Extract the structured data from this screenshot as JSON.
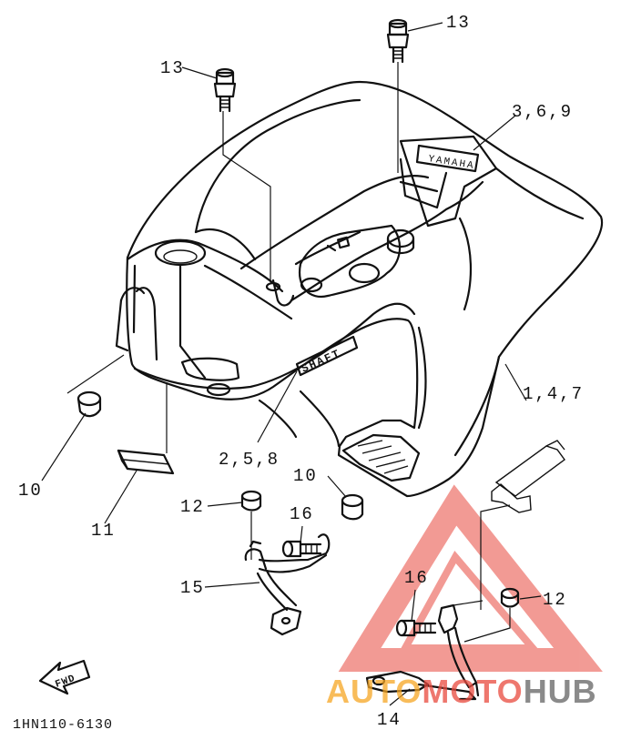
{
  "diagram": {
    "callouts": {
      "c13a": "13",
      "c13b": "13",
      "c369": "3,6,9",
      "c147": "1,4,7",
      "c258": "2,5,8",
      "c10a": "10",
      "c10b": "10",
      "c11": "11",
      "c12a": "12",
      "c12b": "12",
      "c16a": "16",
      "c16b": "16",
      "c15": "15",
      "c14": "14"
    },
    "part_markings": {
      "fender_badge": "SHAFT",
      "plate_text": "YAMAHA",
      "arrow_text": "FWD"
    },
    "drawing_code": "1HN110-6130"
  },
  "watermark": {
    "part1": "AUTO",
    "part2": "MOTO",
    "part3": "HUB",
    "color_orange": "#f5a623",
    "color_red": "#e8493e",
    "color_grey": "#8a8a8a"
  }
}
